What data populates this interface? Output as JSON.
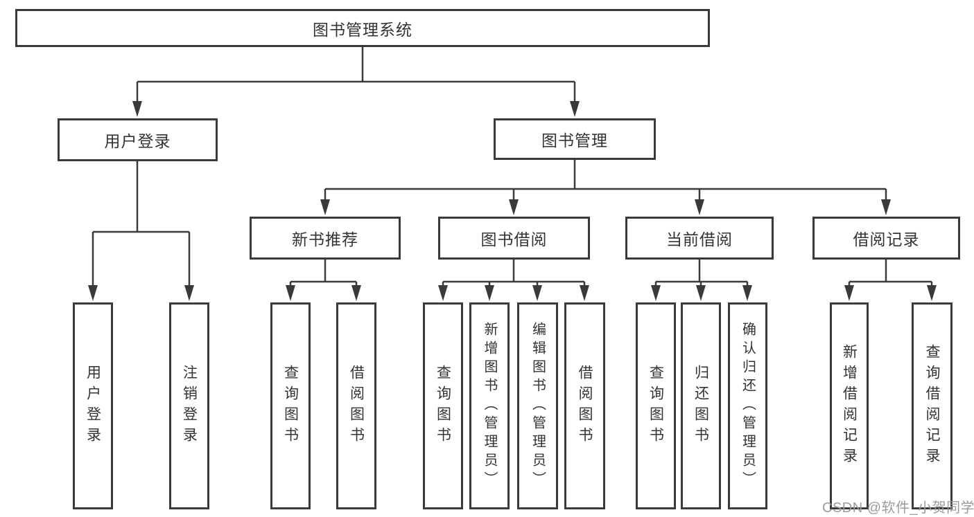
{
  "nodes": {
    "root": "图书管理系统",
    "level1": [
      "用户登录",
      "图书管理"
    ],
    "level2": [
      "新书推荐",
      "图书借阅",
      "当前借阅",
      "借阅记录"
    ],
    "leaves": [
      "用户登录",
      "注销登录",
      "查询图书",
      "借阅图书",
      "查询图书",
      "新增图书（管理员）",
      "编辑图书（管理员）",
      "借阅图书",
      "查询图书",
      "归还图书",
      "确认归还（管理员）",
      "新增借阅记录",
      "查询借阅记录"
    ]
  },
  "watermark": "CSDN @软件_小贺同学",
  "colors": {
    "line": "#3a3a3a",
    "text": "#333333",
    "watermark": "#9b9b9b",
    "background": "#ffffff"
  }
}
